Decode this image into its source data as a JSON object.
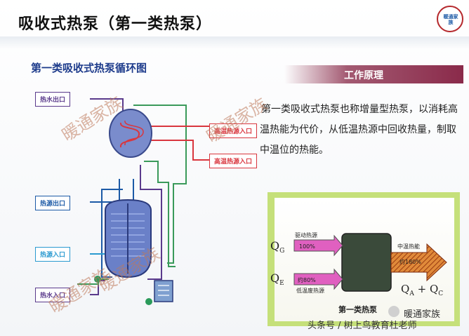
{
  "title": "吸收式热泵（第一类热泵）",
  "logo_text": "暖通家族",
  "subtitle": "第一类吸收式热泵循环图",
  "principle_label": "工作原理",
  "description": "第一类吸收式热泵也称增量型热泵，以消耗高温热能为代价，从低温热源中回收热量，制取中温位的热能。",
  "cycle_labels": {
    "hot_water_out": "热水出口",
    "heat_source_out": "热源出口",
    "heat_source_in": "热源入口",
    "hot_water_in": "热水入口",
    "hot_steam_in_1": "高温热源入口",
    "hot_steam_in_2": "高温热源入口"
  },
  "diagram": {
    "drive_source": "驱动热源",
    "pct_100": "100%",
    "qg": "Q",
    "qg_sub": "G",
    "qe": "Q",
    "qe_sub": "E",
    "pct_80": "约80%",
    "low_temp": "低温废热源",
    "mid_temp": "中温热能",
    "pct_180": "约180%",
    "qa": "Q",
    "qa_sub": "A",
    "qa_plus": "+",
    "qc": "Q",
    "qc_sub": "C",
    "caption": "第一类热泵"
  },
  "watermark": "暖通家族",
  "footer": {
    "source": "头条号 / 树上鸟教育杜老师",
    "brand": "暖通家族"
  },
  "colors": {
    "title_text": "#111111",
    "subtitle_text": "#1e3c8c",
    "banner": "#8a2a4a",
    "green_panel": "#c5e07a",
    "pipe_red": "#d9363e",
    "pipe_blue": "#1c5aa6",
    "pipe_green": "#3a9a5a",
    "pipe_purple": "#5a3a8c",
    "pipe_cyan": "#2a9ad0"
  }
}
